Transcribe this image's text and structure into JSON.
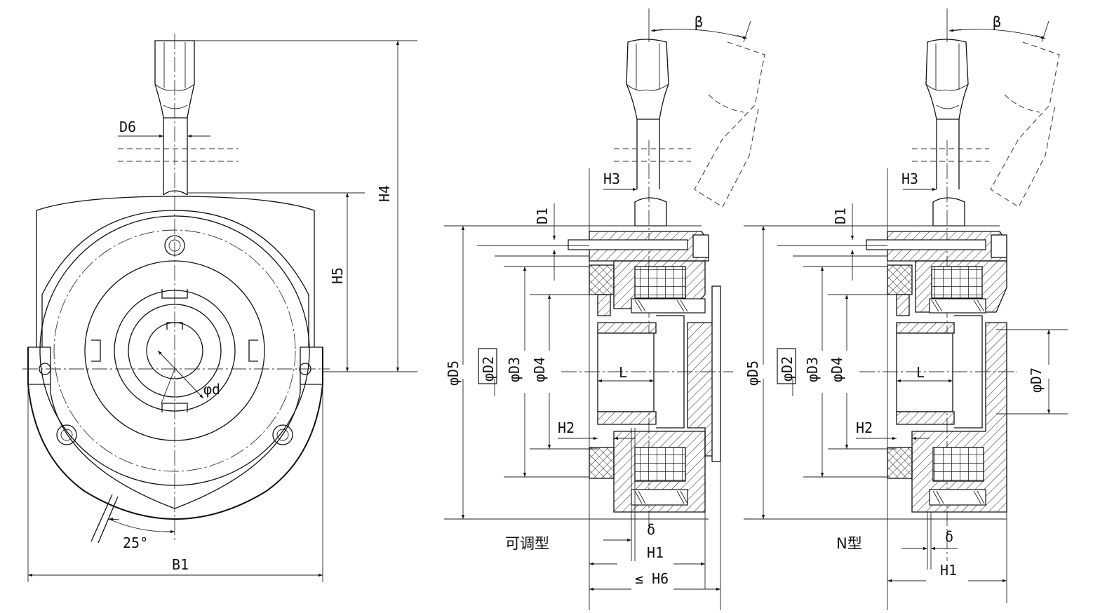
{
  "front_view": {
    "labels": {
      "shaft_dia": "D6",
      "bore": "φd",
      "height_total": "H4",
      "height_center": "H5",
      "width": "B1",
      "angle": "25°"
    }
  },
  "section_adjustable": {
    "caption": "可调型",
    "labels": {
      "beta": "β",
      "h3": "H3",
      "d1": "D1",
      "d5": "φD5",
      "d2": "φD2",
      "d3": "φD3",
      "d4": "φD4",
      "l": "L",
      "h2": "H2",
      "delta": "δ",
      "h1": "H1",
      "h6": "≤ H6"
    }
  },
  "section_n_type": {
    "caption": "N型",
    "labels": {
      "beta": "β",
      "h3": "H3",
      "d1": "D1",
      "d5": "φD5",
      "d2": "φD2",
      "d3": "φD3",
      "d4": "φD4",
      "l": "L",
      "h2": "H2",
      "delta": "δ",
      "h1": "H1",
      "d7": "φD7"
    }
  }
}
